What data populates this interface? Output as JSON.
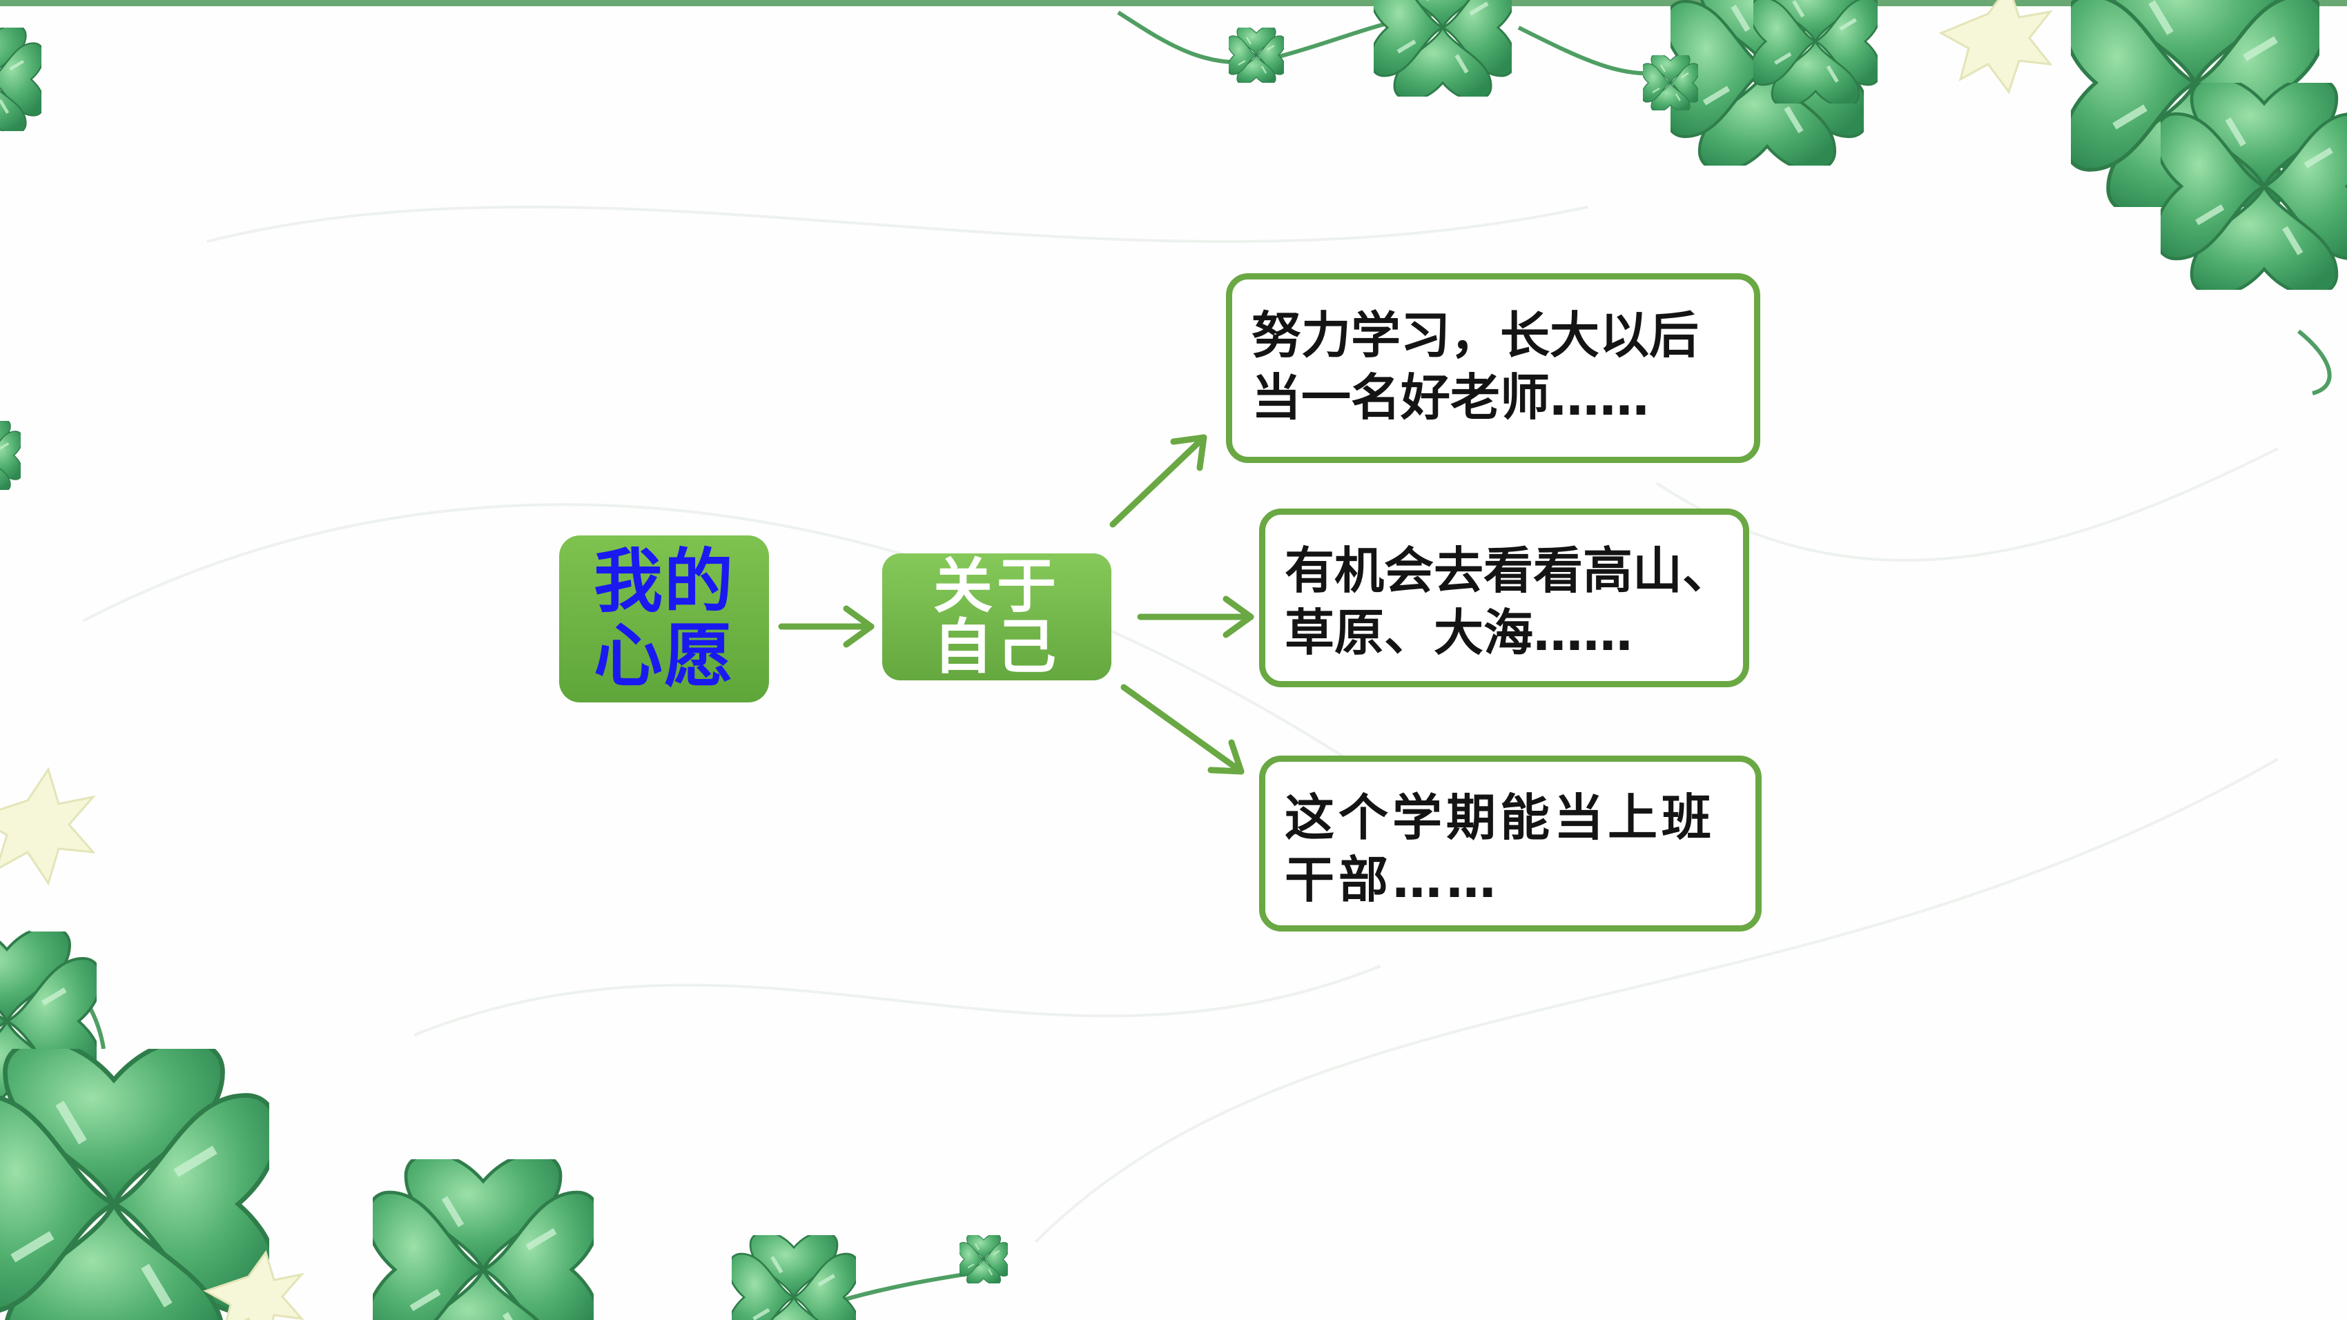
{
  "diagram": {
    "root": {
      "line1": "我的",
      "line2": "心愿"
    },
    "category": {
      "line1": "关于",
      "line2": "自己"
    },
    "wishes": [
      {
        "line1": "努力学习，长大以后",
        "line2": "当一名好老师……"
      },
      {
        "line1": "有机会去看看高山、",
        "line2": "草原、大海……"
      },
      {
        "line1": "这个学期能当上班",
        "line2": "干部……"
      }
    ]
  },
  "colors": {
    "accent_green": "#6aa843",
    "root_text": "#1a1af0",
    "leaf_text": "#141414",
    "clover": "#4fae6c"
  }
}
